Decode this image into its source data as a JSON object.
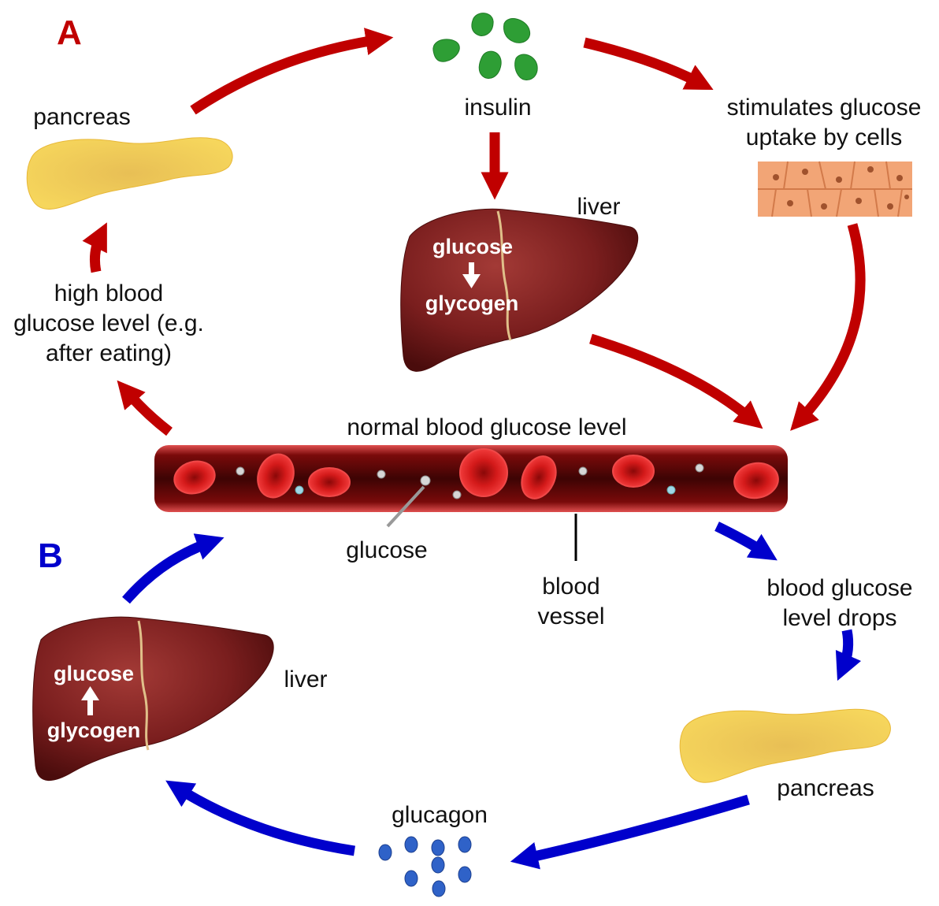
{
  "panels": {
    "a": {
      "letter": "A",
      "color": "#c00000"
    },
    "b": {
      "letter": "B",
      "color": "#0000cc"
    }
  },
  "labels": {
    "pancreas_top": "pancreas",
    "insulin": "insulin",
    "stimulates": [
      "stimulates glucose",
      "uptake by cells"
    ],
    "liver_top": "liver",
    "high_blood": [
      "high blood",
      "glucose level (e.g.",
      "after eating)"
    ],
    "normal": "normal blood glucose level",
    "glucose_pointer": "glucose",
    "vessel": [
      "blood",
      "vessel"
    ],
    "drops": [
      "blood glucose",
      "level drops"
    ],
    "pancreas_bottom": "pancreas",
    "glucagon": "glucagon",
    "liver_bottom": "liver"
  },
  "liver_top_text": {
    "top": "glucose",
    "bottom": "glycogen",
    "direction": "down"
  },
  "liver_bottom_text": {
    "top": "glucose",
    "bottom": "glycogen",
    "direction": "up"
  },
  "colors": {
    "arrow_red": "#c00000",
    "arrow_blue": "#0000cc",
    "insulin": "#2e9e35",
    "glucagon": "#2f62c8",
    "pancreas": "#f2c84b",
    "liver": "#7a1e1e",
    "vessel": "#7a0a0a",
    "cells": "#f2a576"
  },
  "icons": [
    "insulin-blob-icon",
    "glucagon-dot-icon",
    "cell-tissue-icon",
    "pancreas-icon",
    "liver-icon",
    "blood-vessel-icon"
  ]
}
